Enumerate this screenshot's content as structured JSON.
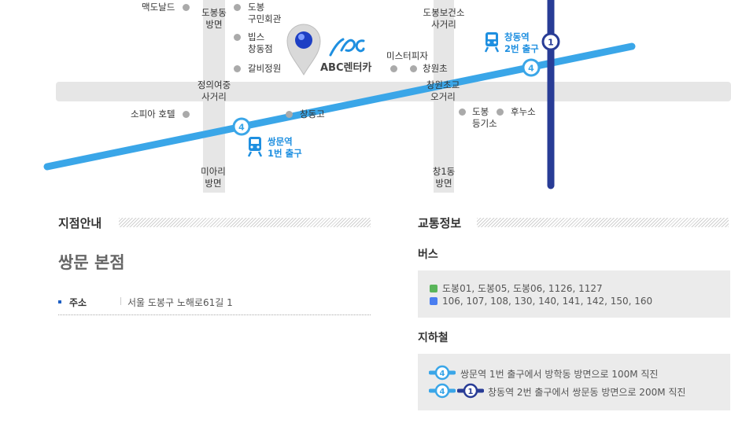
{
  "map": {
    "brand": "ABC렌터카",
    "labels": {
      "mcdonalds": "맥도날드",
      "dobongdong": "도봉동\n방면",
      "dobong_hall": "도봉\n구민회관",
      "bips": "빕스\n창동점",
      "galbi": "갈비정원",
      "jeongui": "정의여중\n사거리",
      "sofia": "소피아 호텔",
      "miari": "미아리\n방면",
      "changdong_high": "창동고",
      "health_center": "도봉보건소\n사거리",
      "mister_pizza": "미스터피자",
      "changwon_elem": "창원초",
      "changwon_5way": "창원초교\n오거리",
      "registry": "도봉\n등기소",
      "hunuso": "후누소",
      "chang1dong": "창1동\n방면"
    },
    "stations": {
      "ssangmun_exit": "쌍문역\n1번 출구",
      "changdong_exit": "창동역\n2번 출구"
    },
    "line_numbers": {
      "line4": "4",
      "line1": "1"
    },
    "colors": {
      "line4": "#3aa6e8",
      "line1": "#283c96",
      "road": "#e6e6e6",
      "exit_text": "#1e8fe0"
    }
  },
  "branch": {
    "section_title": "지점안내",
    "store_name": "쌍문 본점",
    "address_label": "주소",
    "address_value": "서울 도봉구 노해로61길 1"
  },
  "traffic": {
    "section_title": "교통정보",
    "bus_title": "버스",
    "bus_rows": [
      {
        "color": "#59b55a",
        "text": "도봉01, 도봉05, 도봉06, 1126, 1127"
      },
      {
        "color": "#4a7ef0",
        "text": "106, 107, 108, 130, 140, 141, 142, 150, 160"
      }
    ],
    "subway_title": "지하철",
    "subway_rows": [
      {
        "text": "쌍문역 1번 출구에서 방학동 방면으로 100M 직진"
      },
      {
        "text": "창동역 2번 출구에서 쌍문동 방면으로 200M 직진"
      }
    ]
  }
}
